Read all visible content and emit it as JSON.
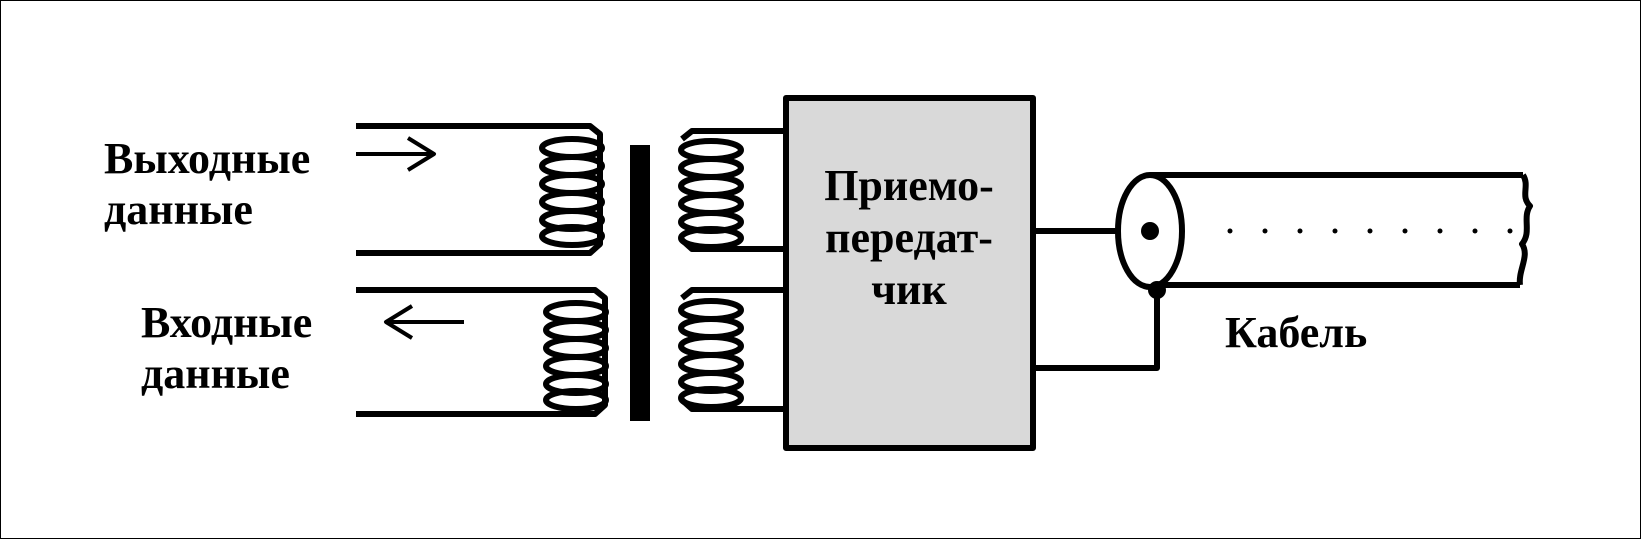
{
  "labels": {
    "output_line1": "Выходные",
    "output_line2": "данные",
    "input_line1": "Входные",
    "input_line2": "данные",
    "transceiver_line1": "Приемо-",
    "transceiver_line2": "передат-",
    "transceiver_line3": "чик",
    "cable": "Кабель"
  },
  "colors": {
    "stroke": "#000000",
    "transceiver_fill": "#d9d9d9",
    "background": "#ffffff"
  }
}
